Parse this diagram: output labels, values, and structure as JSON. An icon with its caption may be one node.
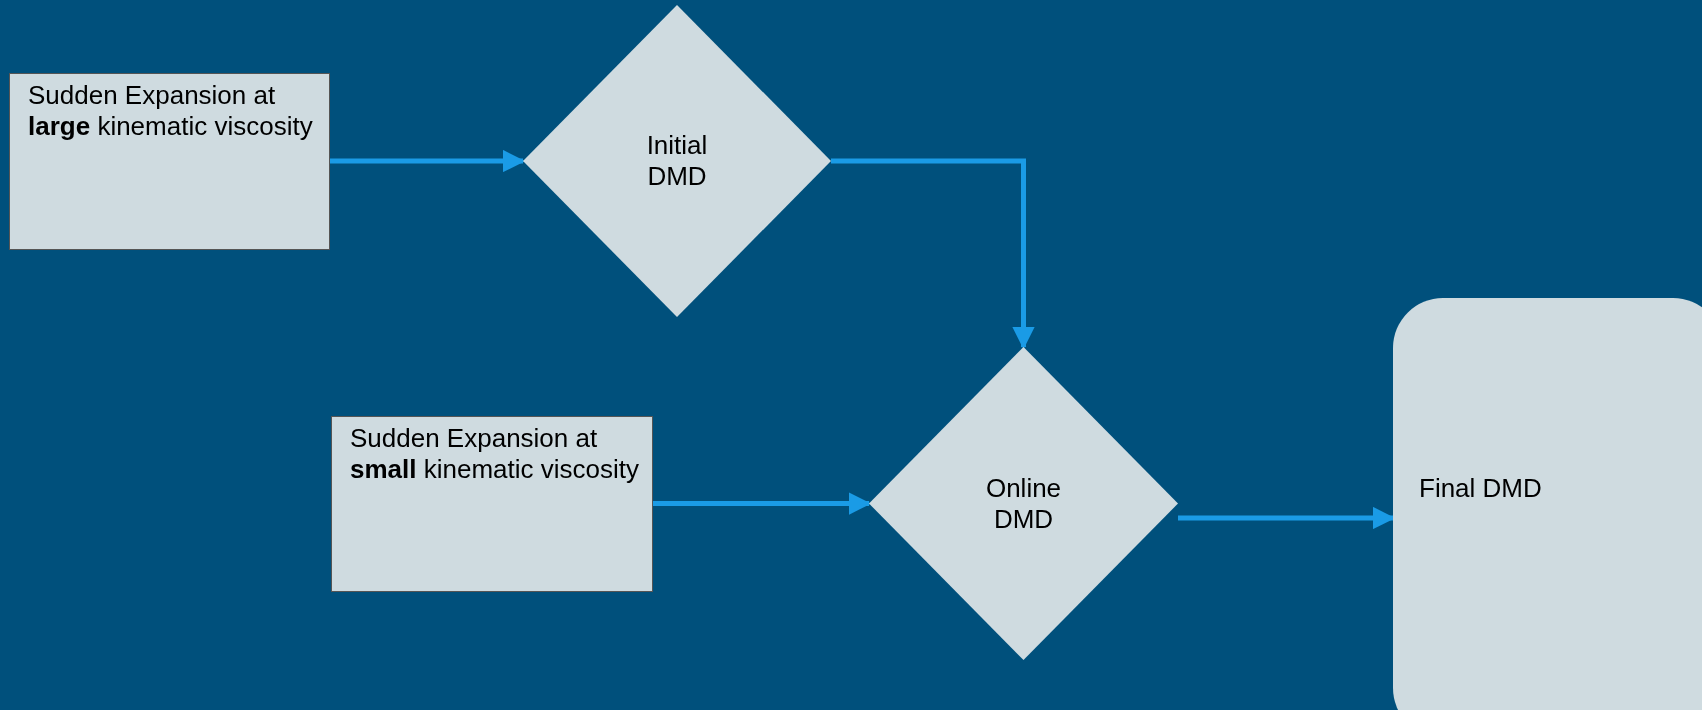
{
  "diagram": {
    "nodes": [
      {
        "text": [
          "Sudden Expansion at **large** kinematic viscosity"
        ]
      },
      {
        "text": [
          "Initial DMD"
        ]
      },
      {
        "text": [
          "Sudden Expansion at **small** kinematic viscosity"
        ]
      },
      {
        "text": [
          "Online DMD"
        ]
      },
      {
        "text": [
          "Final DMD"
        ]
      }
    ],
    "edges": [
      {
        "from": 0,
        "to": 1,
        "arrow": "to"
      },
      {
        "from": 1,
        "to": 3,
        "arrow": "to"
      },
      {
        "from": 2,
        "to": 3,
        "arrow": "to"
      },
      {
        "from": 3,
        "to": 4,
        "arrow": "to"
      }
    ]
  }
}
